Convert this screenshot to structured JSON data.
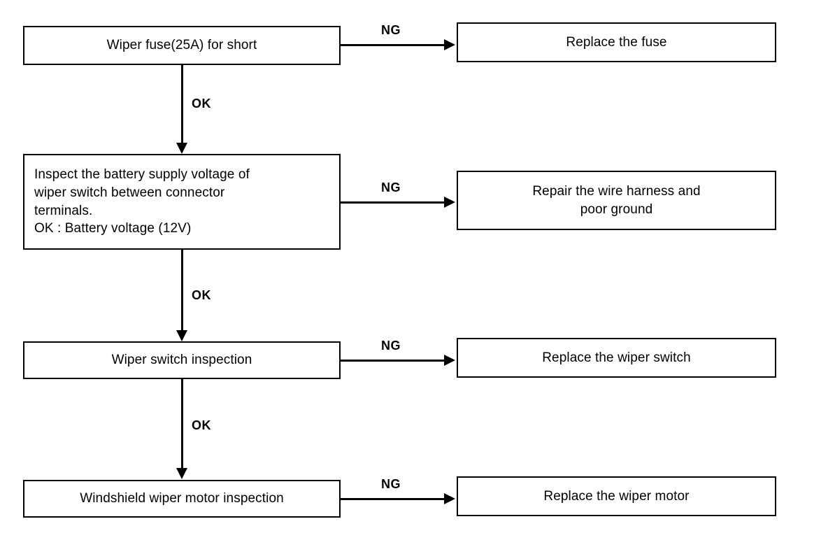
{
  "diagram": {
    "type": "troubleshooting-flowchart",
    "title": "",
    "background_color": "#ffffff",
    "line_color": "#000000",
    "nodes": [
      {
        "id": "check-fuse",
        "text": "Wiper fuse(25A) for short",
        "role": "check",
        "column": "left"
      },
      {
        "id": "replace-fuse",
        "text": "Replace the fuse",
        "role": "action",
        "column": "right"
      },
      {
        "id": "check-battery-voltage",
        "text": "Inspect the battery supply voltage of\nwiper switch between connector\nterminals.\nOK : Battery voltage (12V)",
        "role": "check",
        "column": "left"
      },
      {
        "id": "repair-harness",
        "text": "Repair the wire harness and\npoor ground",
        "role": "action",
        "column": "right"
      },
      {
        "id": "check-wiper-switch",
        "text": "Wiper switch inspection",
        "role": "check",
        "column": "left"
      },
      {
        "id": "replace-wiper-switch",
        "text": "Replace the wiper switch",
        "role": "action",
        "column": "right"
      },
      {
        "id": "check-wiper-motor",
        "text": "Windshield wiper motor inspection",
        "role": "check",
        "column": "left"
      },
      {
        "id": "replace-wiper-motor",
        "text": "Replace the wiper motor",
        "role": "action",
        "column": "right"
      }
    ],
    "edges": [
      {
        "id": "e1",
        "from": "check-fuse",
        "to": "replace-fuse",
        "label": "NG",
        "direction": "right"
      },
      {
        "id": "e2",
        "from": "check-fuse",
        "to": "check-battery-voltage",
        "label": "OK",
        "direction": "down"
      },
      {
        "id": "e3",
        "from": "check-battery-voltage",
        "to": "repair-harness",
        "label": "NG",
        "direction": "right"
      },
      {
        "id": "e4",
        "from": "check-battery-voltage",
        "to": "check-wiper-switch",
        "label": "OK",
        "direction": "down"
      },
      {
        "id": "e5",
        "from": "check-wiper-switch",
        "to": "replace-wiper-switch",
        "label": "NG",
        "direction": "right"
      },
      {
        "id": "e6",
        "from": "check-wiper-switch",
        "to": "check-wiper-motor",
        "label": "OK",
        "direction": "down"
      },
      {
        "id": "e7",
        "from": "check-wiper-motor",
        "to": "replace-wiper-motor",
        "label": "NG",
        "direction": "right"
      }
    ]
  }
}
